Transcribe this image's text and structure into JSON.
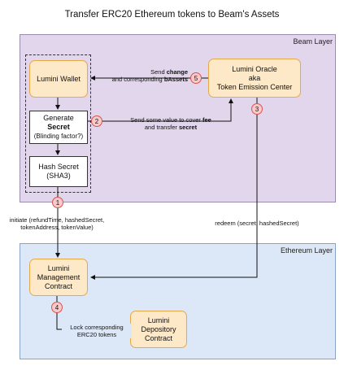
{
  "title": "Transfer ERC20 Ethereum tokens to Beam's Assets",
  "layers": {
    "beam": "Beam Layer",
    "ethereum": "Ethereum Layer"
  },
  "nodes": {
    "wallet": "Lumini Wallet",
    "generate_line1": "Generate",
    "generate_line2": "Secret",
    "generate_line3": "(Blinding factor?)",
    "hash_line1": "Hash Secret",
    "hash_line2": "(SHA3)",
    "oracle_line1": "Lumini Oracle",
    "oracle_line2": "aka",
    "oracle_line3": "Token Emission Center",
    "management_line1": "Lumini",
    "management_line2": "Management",
    "management_line3": "Contract",
    "depository_line1": "Lumini",
    "depository_line2": "Depository",
    "depository_line3": "Contract"
  },
  "steps": {
    "s1": "1",
    "s2": "2",
    "s3": "3",
    "s4": "4",
    "s5": "5"
  },
  "labels": {
    "send_change_pre": "Send ",
    "send_change_bold": "change",
    "send_change_line2_pre": "and corresponding ",
    "send_change_line2_bold": "bAssets",
    "fee_pre": "Send some value to cover ",
    "fee_bold": "fee",
    "fee_line2_pre": "and transfer ",
    "fee_line2_bold": "secret",
    "initiate_line1": "initiate (refundTime, hashedSecret,",
    "initiate_line2": "tokenAddress, tokenValue)",
    "redeem": "redeem (secret, hashedSecret)",
    "lock_line1": "Lock corresponding",
    "lock_line2": "ERC20 tokens"
  }
}
